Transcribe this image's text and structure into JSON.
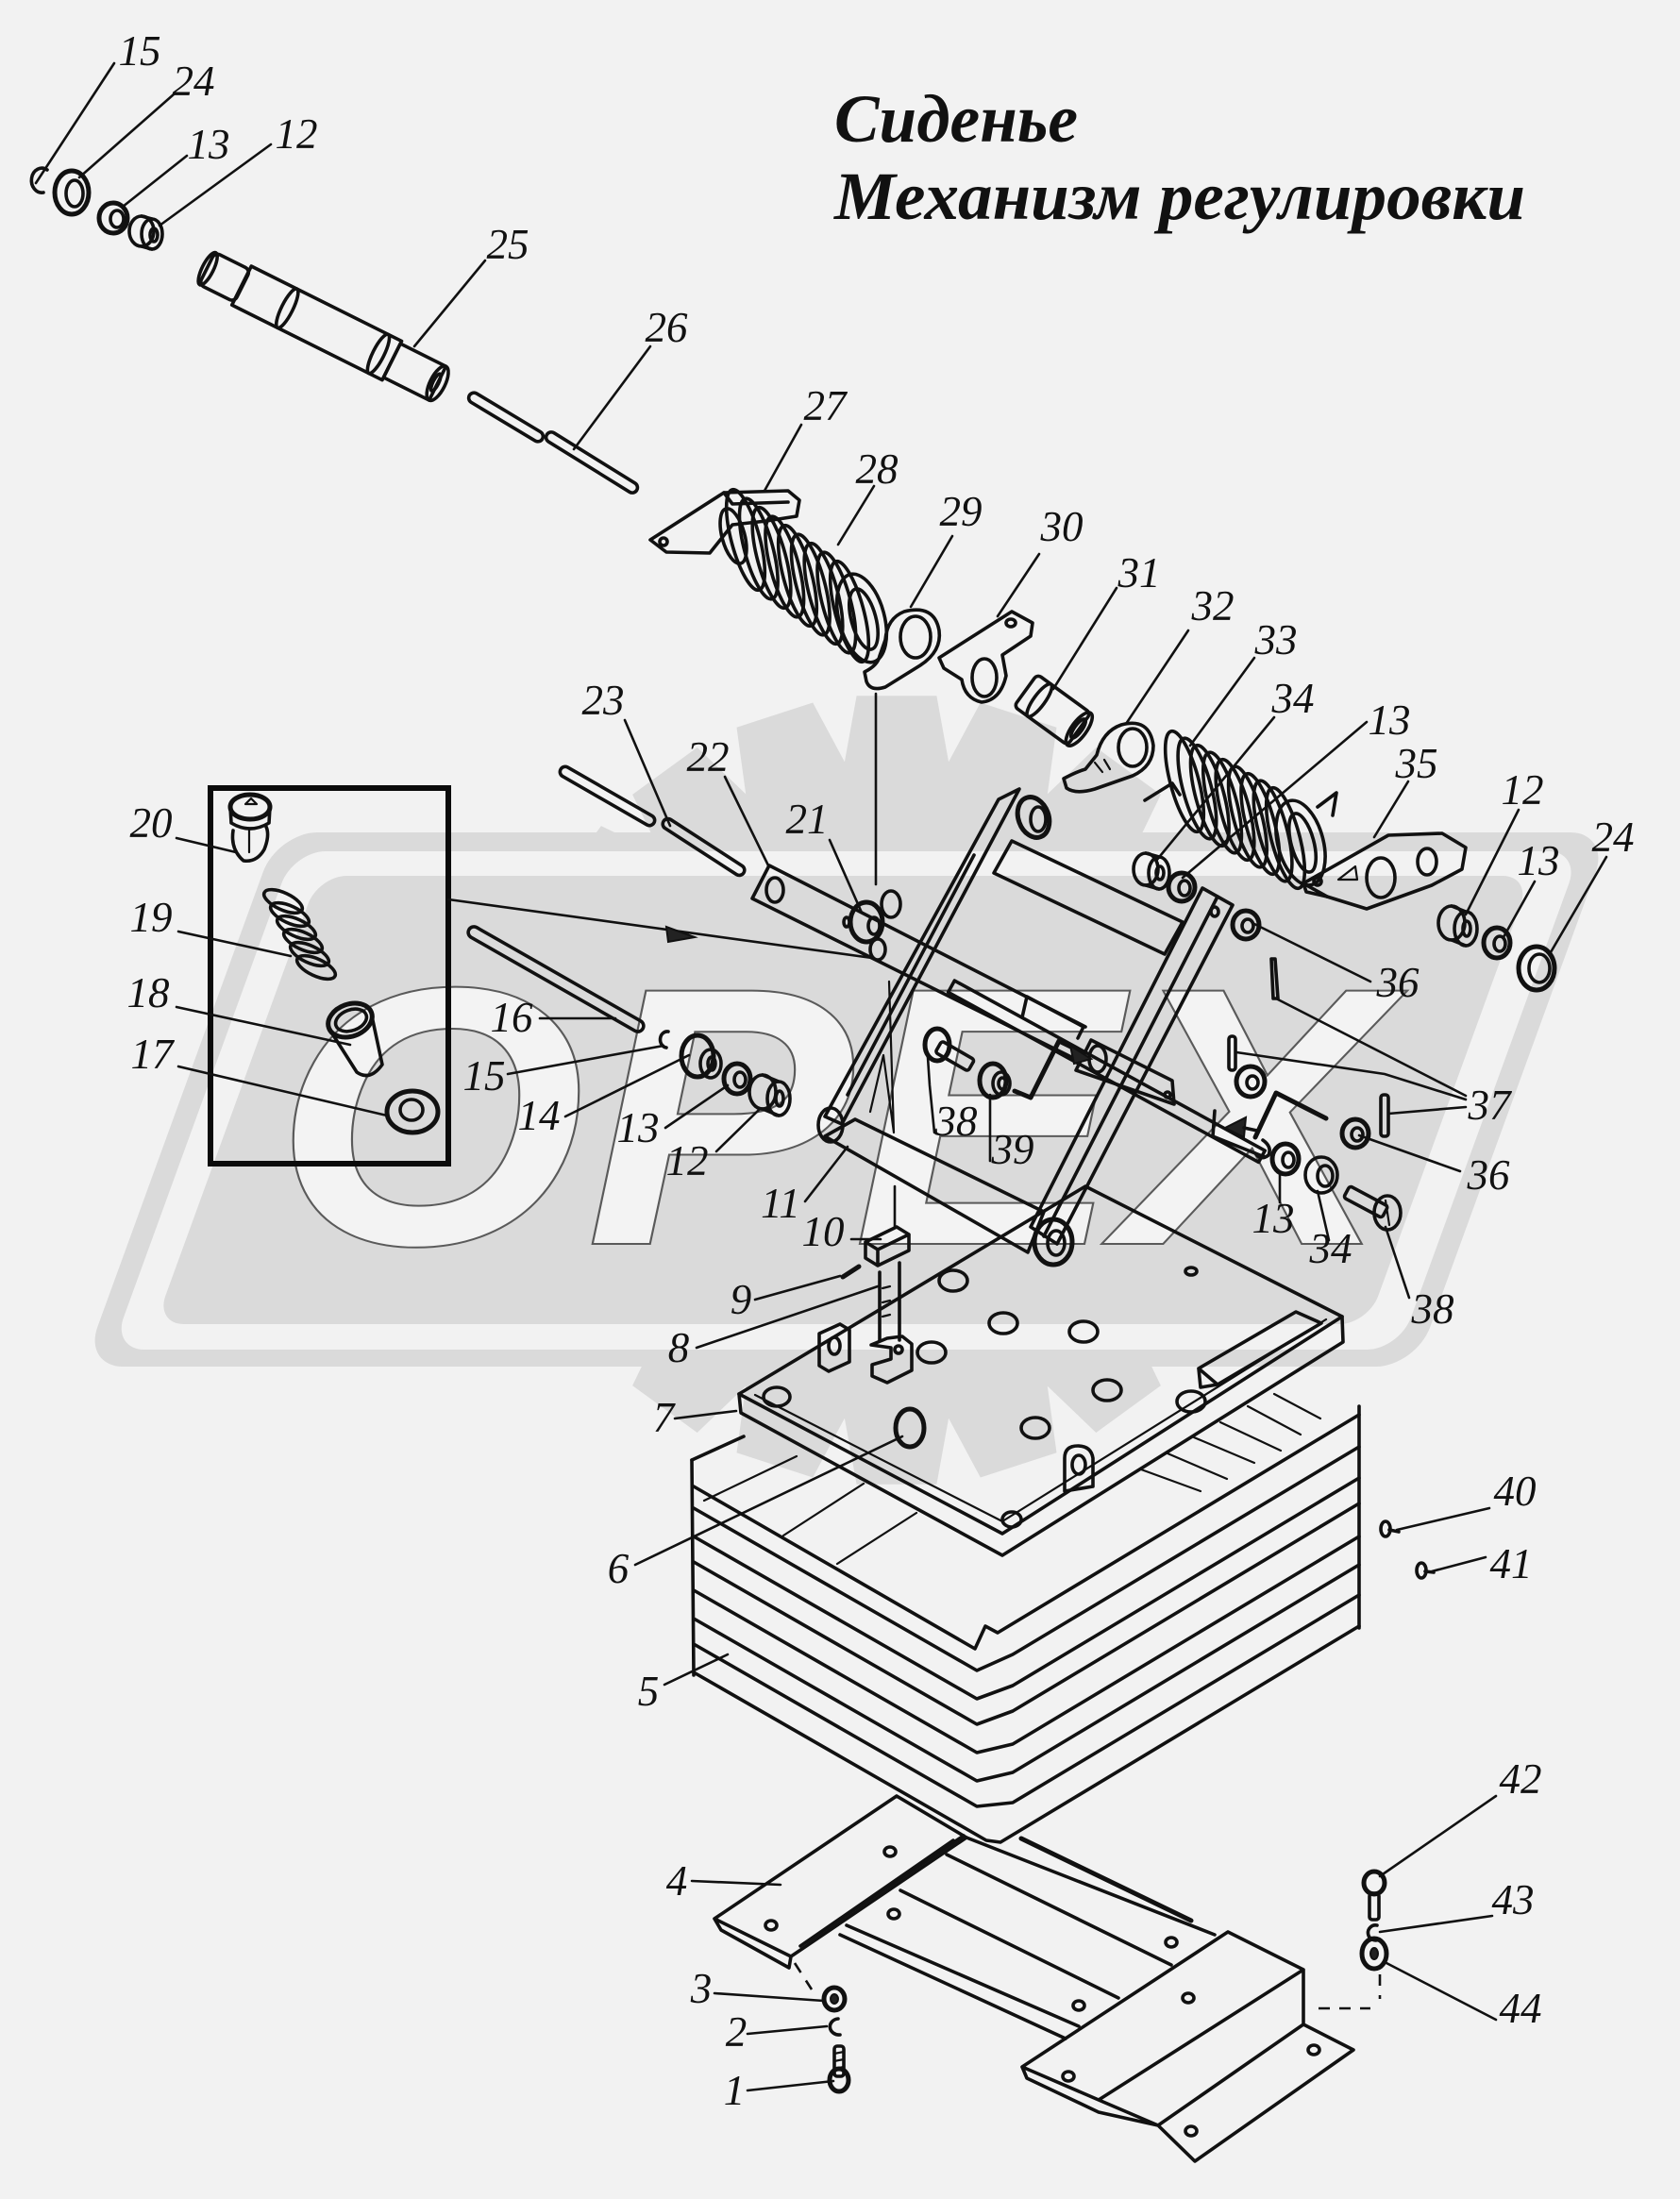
{
  "title": {
    "line1": "Сиденье",
    "line2": "Механизм регулировки"
  },
  "watermark": {
    "text": "ОРЕХ"
  },
  "callouts": [
    "15",
    "24",
    "13",
    "12",
    "25",
    "26",
    "27",
    "28",
    "29",
    "30",
    "31",
    "32",
    "33",
    "34",
    "13",
    "35",
    "12",
    "13",
    "24",
    "23",
    "22",
    "21",
    "20",
    "19",
    "18",
    "17",
    "16",
    "15",
    "14",
    "13",
    "12",
    "36",
    "37",
    "36",
    "38",
    "39",
    "13",
    "34",
    "38",
    "11",
    "10",
    "9",
    "8",
    "7",
    "6",
    "5",
    "40",
    "41",
    "42",
    "4",
    "3",
    "2",
    "1",
    "43",
    "44"
  ]
}
